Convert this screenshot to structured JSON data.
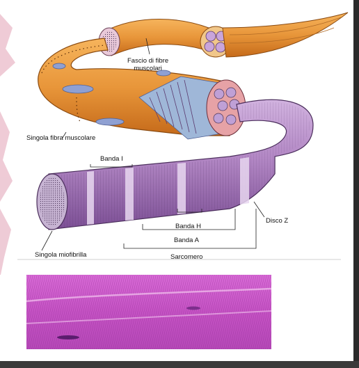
{
  "colors": {
    "fascicle": "#e8963a",
    "fascicle_dark": "#c56a1a",
    "nuclei": "#8fa0d2",
    "myofibril": "#b287c4",
    "myofibril_dark": "#7c4f95",
    "histology": "#c552c4",
    "side_decor": "#ecc2cf"
  },
  "labels": {
    "fascio": "Fascio di fibre\nmuscolari",
    "singola_fibra": "Singola fibra muscolare",
    "banda_i": "Banda I",
    "disco_z": "Disco Z",
    "banda_h": "Banda H",
    "banda_a": "Banda A",
    "singola_miofibrilla": "Singola miofibrilla",
    "sarcomero": "Sarcomero"
  }
}
